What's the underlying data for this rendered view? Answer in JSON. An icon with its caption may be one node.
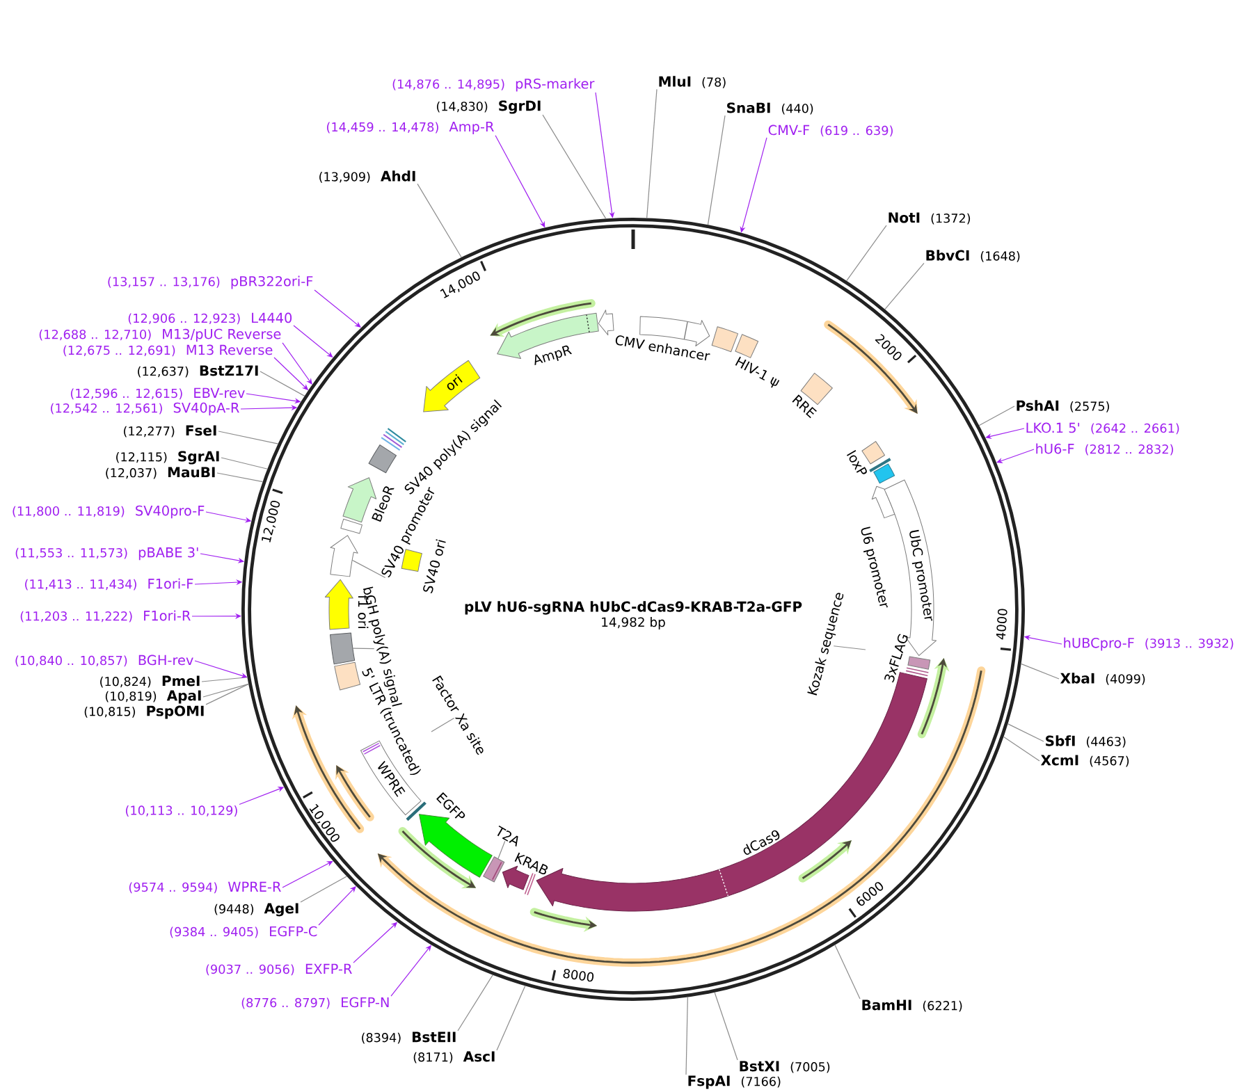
{
  "diagram": {
    "title": "pLV hU6-sgRNA hUbC-dCas9-KRAB-T2a-GFP",
    "nodes": [
      {
        "text": [],
        "shape": "circle"
      },
      {
        "text": [
          "MluI",
          "(78)"
        ]
      },
      {
        "text": [
          "SnaBI",
          "(440)"
        ]
      },
      {
        "text": [
          "CMV-F",
          "(619 .. 639)"
        ]
      },
      {
        "text": [
          "NotI",
          "(1372)"
        ]
      },
      {
        "text": [
          "BbvCI",
          "(1648)"
        ]
      },
      {
        "text": [
          "PshAI",
          "(2575)"
        ]
      },
      {
        "text": [
          "LKO.1 5'",
          "(2642 .. 2661)"
        ]
      },
      {
        "text": [
          "hU6-F",
          "(2812 .. 2832)"
        ]
      },
      {
        "text": [
          "hUBCpro-F",
          "(3913 .. 3932)"
        ]
      },
      {
        "text": [
          "XbaI",
          "(4099)"
        ]
      },
      {
        "text": [
          "SbfI",
          "(4463)"
        ]
      },
      {
        "text": [
          "XcmI",
          "(4567)"
        ]
      },
      {
        "text": [
          "BamHI",
          "(6221)"
        ]
      },
      {
        "text": [
          "BstXI",
          "(7005)"
        ]
      },
      {
        "text": [
          "FspAI",
          "(7166)"
        ]
      },
      {
        "text": [
          "(8171)",
          "AscI"
        ]
      },
      {
        "text": [
          "(8394)",
          "BstEII"
        ]
      },
      {
        "text": [
          "(8776 .. 8797)",
          "EGFP-N"
        ]
      },
      {
        "text": [
          "(9037 .. 9056)",
          "EXFP-R"
        ]
      },
      {
        "text": [
          "(9384 .. 9405)",
          "EGFP-C"
        ]
      },
      {
        "text": [
          "(9448)",
          "AgeI"
        ]
      },
      {
        "text": [
          "(9574 .. 9594)",
          "WPRE-R"
        ]
      },
      {
        "text": [
          "(10,113 .. 10,129)"
        ]
      },
      {
        "text": [
          "(10,815)",
          "PspOMI"
        ]
      },
      {
        "text": [
          "(10,819)",
          "ApaI"
        ]
      },
      {
        "text": [
          "(10,824)",
          "PmeI"
        ]
      },
      {
        "text": [
          "(10,840 .. 10,857)",
          "BGH-rev"
        ]
      },
      {
        "text": [
          "(11,203 .. 11,222)",
          "F1ori-R"
        ]
      },
      {
        "text": [
          "(11,413 .. 11,434)",
          "F1ori-F"
        ]
      },
      {
        "text": [
          "(11,553 .. 11,573)",
          "pBABE 3'"
        ]
      },
      {
        "text": [
          "(11,800 .. 11,819)",
          "SV40pro-F"
        ]
      },
      {
        "text": [
          "(12,037)",
          "MauBI"
        ]
      },
      {
        "text": [
          "(12,115)",
          "SgrAI"
        ]
      },
      {
        "text": [
          "(12,277)",
          "FseI"
        ]
      },
      {
        "text": [
          "(12,542 .. 12,561)",
          "SV40pA-R"
        ]
      },
      {
        "text": [
          "(12,596 .. 12,615)",
          "EBV-rev"
        ]
      },
      {
        "text": [
          "(12,637)",
          "BstZ17I"
        ]
      },
      {
        "text": [
          "(12,675 .. 12,691)",
          "M13 Reverse"
        ]
      },
      {
        "text": [
          "(12,688 .. 12,710)",
          "M13/pUC Reverse"
        ]
      },
      {
        "text": [
          "(12,906 .. 12,923)",
          "L4440"
        ]
      },
      {
        "text": [
          "(13,157 .. 13,176)",
          "pBR322ori-F"
        ]
      },
      {
        "text": [
          "(13,909)",
          "AhdI"
        ]
      },
      {
        "text": [
          "(14,459 .. 14,478)",
          "Amp-R"
        ]
      },
      {
        "text": [
          "(14,830)",
          "SgrDI"
        ]
      },
      {
        "text": [
          "(14,876 .. 14,895)",
          "pRS-marker"
        ]
      },
      {
        "text": [
          "CMV enhancer"
        ],
        "in": 0
      },
      {
        "text": [],
        "shape": "box",
        "in": 0
      },
      {
        "text": [
          "HIV-1 ψ"
        ],
        "in": 0
      },
      {
        "text": [
          "RRE"
        ],
        "in": 0
      },
      {
        "text": [],
        "shape": "box",
        "in": 0
      },
      {
        "text": [
          "loxP"
        ],
        "in": 0
      },
      {
        "text": [
          "U6 promoter"
        ],
        "in": 0
      },
      {
        "text": [
          "UbC promoter"
        ],
        "in": 0
      },
      {
        "text": [
          "3xFLAG"
        ],
        "in": 0
      },
      {
        "text": [
          "Kozak sequence"
        ],
        "in": 0
      },
      {
        "text": [
          "dCas9"
        ],
        "in": 0
      },
      {
        "text": [
          "KRAB"
        ],
        "in": 0
      },
      {
        "text": [
          "T2A"
        ],
        "in": 0
      },
      {
        "text": [],
        "shape": "box",
        "in": 0
      },
      {
        "text": [
          "EGFP"
        ],
        "in": 0
      },
      {
        "text": [
          "WPRE"
        ],
        "in": 0
      },
      {
        "text": [
          "Factor Xa site"
        ],
        "in": 0
      },
      {
        "text": [
          "5' LTR (truncated)"
        ],
        "in": 0
      },
      {
        "text": [
          "bGH poly(A) signal"
        ],
        "in": 0
      },
      {
        "text": [],
        "shape": "box",
        "in": 0
      },
      {
        "text": [
          "f1 ori"
        ],
        "in": 0
      },
      {
        "text": [
          "SV40 promoter"
        ],
        "in": 0
      },
      {
        "text": [],
        "shape": "arrow",
        "in": 0
      },
      {
        "text": [],
        "shape": "box",
        "in": 0
      },
      {
        "text": [
          "BleoR"
        ],
        "in": 0
      },
      {
        "text": [
          "SV40 ori"
        ],
        "in": 0
      },
      {
        "text": [
          "SV40 poly(A) signal"
        ],
        "in": 0
      },
      {
        "text": [
          "ori"
        ],
        "in": 0
      },
      {
        "text": [
          "AmpR"
        ],
        "in": 0
      },
      {
        "text": [],
        "shape": "arrow",
        "in": 0
      }
    ],
    "edges": [
      {
        "from": 1,
        "to": 0,
        "arrow": "none"
      },
      {
        "from": 2,
        "to": 0,
        "arrow": "none"
      },
      {
        "from": 3,
        "to": 0,
        "arrow": "to",
        "color": "#a020f0"
      },
      {
        "from": 4,
        "to": 0,
        "arrow": "none"
      },
      {
        "from": 5,
        "to": 0,
        "arrow": "none"
      },
      {
        "from": 6,
        "to": 0,
        "arrow": "none"
      },
      {
        "from": 7,
        "to": 0,
        "arrow": "to",
        "color": "#a020f0"
      },
      {
        "from": 8,
        "to": 0,
        "arrow": "to",
        "color": "#a020f0"
      },
      {
        "from": 9,
        "to": 0,
        "arrow": "to",
        "color": "#a020f0"
      },
      {
        "from": 10,
        "to": 0,
        "arrow": "none"
      },
      {
        "from": 11,
        "to": 0,
        "arrow": "none"
      },
      {
        "from": 12,
        "to": 0,
        "arrow": "none"
      },
      {
        "from": 13,
        "to": 0,
        "arrow": "none"
      },
      {
        "from": 14,
        "to": 0,
        "arrow": "none"
      },
      {
        "from": 15,
        "to": 0,
        "arrow": "none"
      },
      {
        "from": 16,
        "to": 0,
        "arrow": "none"
      },
      {
        "from": 17,
        "to": 0,
        "arrow": "none"
      },
      {
        "from": 18,
        "to": 0,
        "arrow": "to",
        "color": "#a020f0"
      },
      {
        "from": 19,
        "to": 0,
        "arrow": "to",
        "color": "#a020f0"
      },
      {
        "from": 20,
        "to": 0,
        "arrow": "to",
        "color": "#a020f0"
      },
      {
        "from": 21,
        "to": 0,
        "arrow": "none"
      },
      {
        "from": 22,
        "to": 0,
        "arrow": "to",
        "color": "#a020f0"
      },
      {
        "from": 23,
        "to": 0,
        "arrow": "to",
        "color": "#a020f0"
      },
      {
        "from": 24,
        "to": 0,
        "arrow": "none"
      },
      {
        "from": 25,
        "to": 0,
        "arrow": "none"
      },
      {
        "from": 26,
        "to": 0,
        "arrow": "none"
      },
      {
        "from": 27,
        "to": 0,
        "arrow": "to",
        "color": "#a020f0"
      },
      {
        "from": 28,
        "to": 0,
        "arrow": "to",
        "color": "#a020f0"
      },
      {
        "from": 29,
        "to": 0,
        "arrow": "to",
        "color": "#a020f0"
      },
      {
        "from": 30,
        "to": 0,
        "arrow": "to",
        "color": "#a020f0"
      },
      {
        "from": 31,
        "to": 0,
        "arrow": "to",
        "color": "#a020f0"
      },
      {
        "from": 32,
        "to": 0,
        "arrow": "none"
      },
      {
        "from": 33,
        "to": 0,
        "arrow": "none"
      },
      {
        "from": 34,
        "to": 0,
        "arrow": "none"
      },
      {
        "from": 35,
        "to": 0,
        "arrow": "to",
        "color": "#a020f0"
      },
      {
        "from": 36,
        "to": 0,
        "arrow": "to",
        "color": "#a020f0"
      },
      {
        "from": 37,
        "to": 0,
        "arrow": "none"
      },
      {
        "from": 38,
        "to": 0,
        "arrow": "to",
        "color": "#a020f0"
      },
      {
        "from": 39,
        "to": 0,
        "arrow": "to",
        "color": "#a020f0"
      },
      {
        "from": 40,
        "to": 0,
        "arrow": "to",
        "color": "#a020f0"
      },
      {
        "from": 41,
        "to": 0,
        "arrow": "to",
        "color": "#a020f0"
      },
      {
        "from": 42,
        "to": 0,
        "arrow": "none"
      },
      {
        "from": 43,
        "to": 0,
        "arrow": "to",
        "color": "#a020f0"
      },
      {
        "from": 44,
        "to": 0,
        "arrow": "none"
      },
      {
        "from": 45,
        "to": 0,
        "arrow": "to",
        "color": "#a020f0"
      },
      {
        "from": 55,
        "to": null,
        "arrow": "none"
      },
      {
        "from": 58,
        "to": 59,
        "arrow": "none"
      },
      {
        "from": 62,
        "to": null,
        "arrow": "none"
      },
      {
        "from": 64,
        "to": 65,
        "arrow": "none"
      },
      {
        "from": 67,
        "to": 68,
        "arrow": "none"
      }
    ],
    "labels": [
      "14,982 bp",
      "2000",
      "4000",
      "6000",
      "8000",
      "10,000",
      "12,000",
      "14,000"
    ]
  }
}
